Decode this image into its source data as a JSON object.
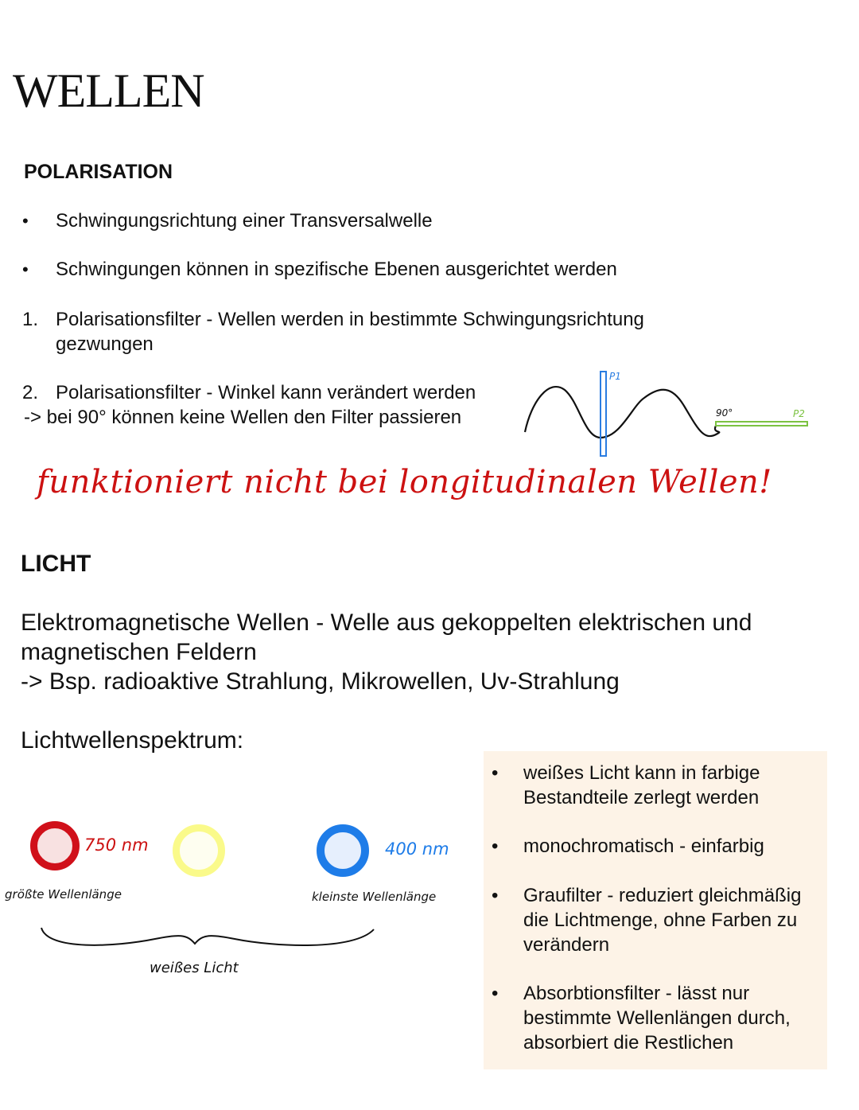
{
  "page": {
    "title": "WELLEN"
  },
  "polarisation": {
    "heading": "POLARISATION",
    "bullets": [
      "Schwingungsrichtung einer Transversalwelle",
      "Schwingungen können in spezifische Ebenen ausgerichtet werden"
    ],
    "numbered": [
      {
        "num": "1.",
        "line1": "Polarisationsfilter - Wellen werden in bestimmte Schwingungsrichtung",
        "line2": "gezwungen"
      },
      {
        "num": "2.",
        "line1": "Polarisationsfilter - Winkel kann verändert werden"
      }
    ],
    "arrow_note": "-> bei 90° können keine Wellen den Filter passieren",
    "diagram": {
      "filter1_label": "P1",
      "filter2_label": "P2",
      "angle_label": "90°",
      "filter1_color": "#2a7de1",
      "filter2_color": "#7cc242",
      "wave_color": "#111111"
    },
    "handwritten_note": "funktioniert nicht bei longitudinalen Wellen!",
    "note_color": "#cc1111"
  },
  "licht": {
    "heading": "LICHT",
    "definition_line1": "Elektromagnetische Wellen - Welle aus gekoppelten elektrischen und",
    "definition_line2": "magnetischen Feldern",
    "examples": "-> Bsp. radioaktive Strahlung, Mikrowellen, Uv-Strahlung",
    "spectrum_label": "Lichtwellenspektrum:",
    "spectrum": {
      "red": {
        "label": "750 nm",
        "caption": "größte Wellenlänge",
        "color": "#d0101a",
        "fill": "#f8e1e1"
      },
      "yellow": {
        "color": "#fafa8a",
        "fill": "#fefef0"
      },
      "blue": {
        "label": "400 nm",
        "caption": "kleinste Wellenlänge",
        "color": "#1e7ce8",
        "fill": "#e6effd"
      },
      "brace_label": "weißes Licht"
    },
    "info_box": {
      "background": "#fdf3e7",
      "items": [
        {
          "lines": [
            "weißes Licht kann in farbige",
            "Bestandteile zerlegt werden"
          ]
        },
        {
          "lines": [
            "monochromatisch - einfarbig"
          ]
        },
        {
          "lines": [
            "Graufilter - reduziert gleichmäßig",
            "die Lichtmenge, ohne Farben zu",
            "verändern"
          ]
        },
        {
          "lines": [
            "Absorbtionsfilter - lässt nur",
            "bestimmte Wellenlängen durch,",
            "absorbiert die Restlichen"
          ]
        }
      ]
    }
  }
}
